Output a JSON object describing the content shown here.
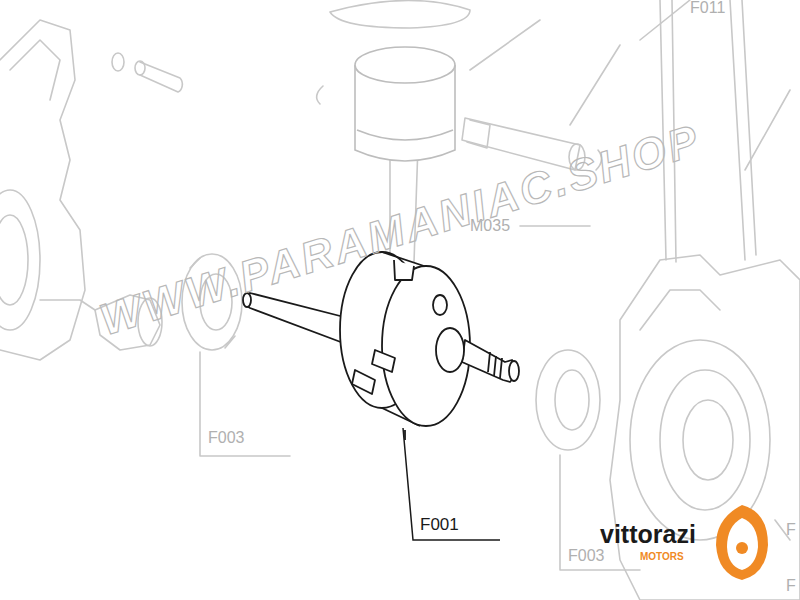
{
  "diagram": {
    "labels": [
      "F011",
      "M035",
      "F003",
      "F001",
      "F003",
      "F",
      "F",
      "WWW.PARAMANIAC.SHOP",
      "vittorazi",
      "MOTORS"
    ]
  }
}
